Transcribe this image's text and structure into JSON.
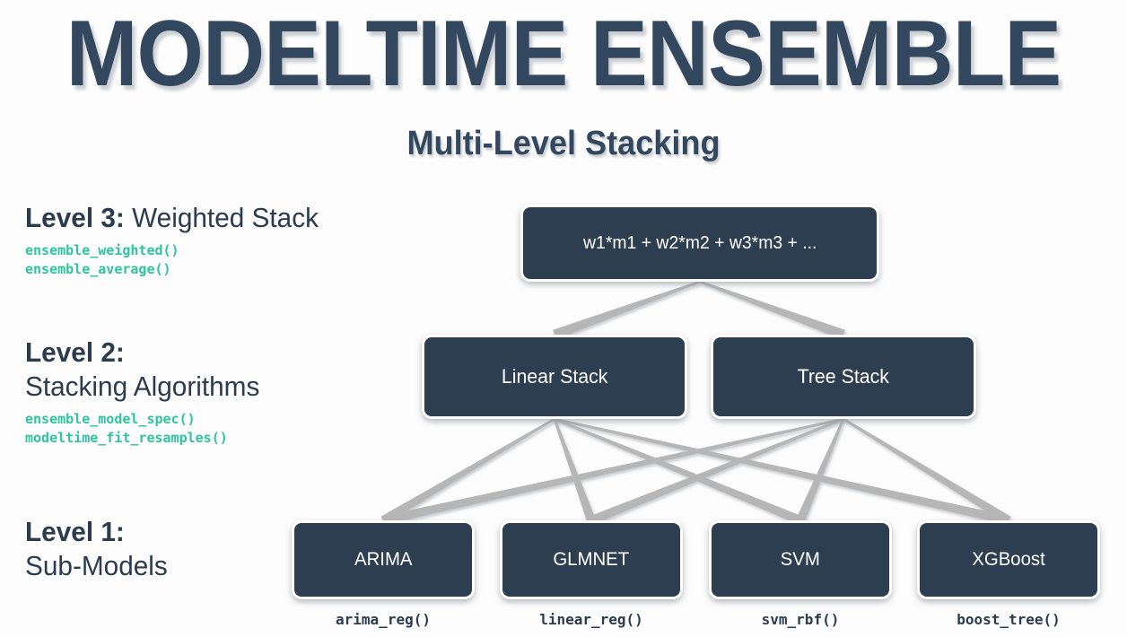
{
  "header": {
    "title": "MODELTIME ENSEMBLE",
    "subtitle": "Multi-Level Stacking"
  },
  "colors": {
    "node_fill": "#2d3e50",
    "node_text": "#ffffff",
    "heading_text": "#2b3c4e",
    "function_teal": "#2ec49e",
    "connector_gray": "#b6b6b6",
    "background": "#fdfdfd"
  },
  "levels": [
    {
      "id": "level-3",
      "label_bold": "Level 3:",
      "label_regular": " Weighted Stack",
      "second_line": "",
      "functions": [
        "ensemble_weighted()",
        "ensemble_average()"
      ]
    },
    {
      "id": "level-2",
      "label_bold": "Level 2:",
      "label_regular": "",
      "second_line": "Stacking Algorithms",
      "functions": [
        "ensemble_model_spec()",
        "modeltime_fit_resamples()"
      ]
    },
    {
      "id": "level-1",
      "label_bold": "Level 1:",
      "label_regular": "",
      "second_line": "Sub-Models",
      "functions": []
    }
  ],
  "diagram": {
    "top_node": {
      "label": "w1*m1 + w2*m2 + w3*m3 + ..."
    },
    "mid_nodes": [
      {
        "label": "Linear Stack"
      },
      {
        "label": "Tree Stack"
      }
    ],
    "leaf_nodes": [
      {
        "label": "ARIMA",
        "function": "arima_reg()"
      },
      {
        "label": "GLMNET",
        "function": "linear_reg()"
      },
      {
        "label": "SVM",
        "function": "svm_rbf()"
      },
      {
        "label": "XGBoost",
        "function": "boost_tree()"
      }
    ],
    "edges_top_to_mid": [
      [
        0,
        0
      ],
      [
        0,
        1
      ]
    ],
    "edges_mid_to_leaf": [
      [
        0,
        0
      ],
      [
        0,
        1
      ],
      [
        0,
        2
      ],
      [
        0,
        3
      ],
      [
        1,
        0
      ],
      [
        1,
        1
      ],
      [
        1,
        2
      ],
      [
        1,
        3
      ]
    ]
  }
}
